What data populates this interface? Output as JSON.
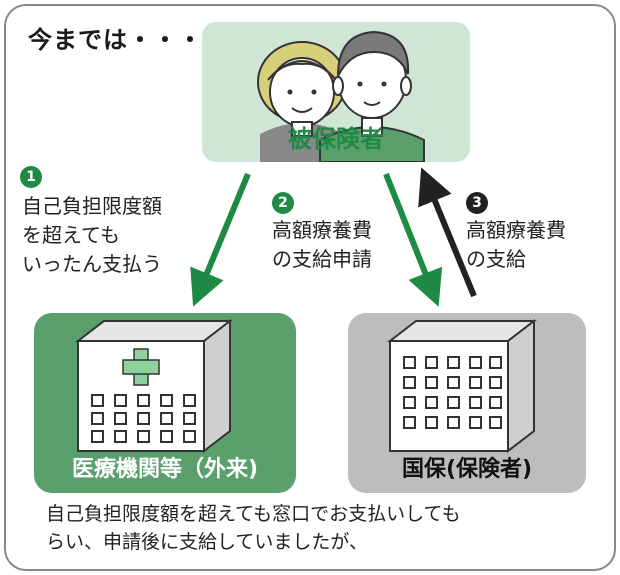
{
  "heading": "今までは・・・",
  "insured": {
    "label": "被保険者"
  },
  "hospital": {
    "label": "医療機関等（外来)"
  },
  "kokuho": {
    "label": "国保(保険者)"
  },
  "steps": [
    {
      "number": "1",
      "text": "自己負担限度額\nを超えても\nいったん支払う",
      "color": "#1f8a46"
    },
    {
      "number": "2",
      "text": "高額療養費\nの支給申請",
      "color": "#1f8a46"
    },
    {
      "number": "3",
      "text": "高額療養費\nの支給",
      "color": "#222222"
    }
  ],
  "footer": "自己負担限度額を超えても窓口でお支払いしても\nらい、申請後に支給していましたが、",
  "colors": {
    "accent_green": "#1f8a46",
    "light_green": "#cfe6d6",
    "mid_green": "#5aa06d",
    "gray_box": "#bdbdbd"
  },
  "icons": [
    "couple-illustration",
    "hospital-building-icon",
    "office-building-icon",
    "arrow-icon"
  ]
}
